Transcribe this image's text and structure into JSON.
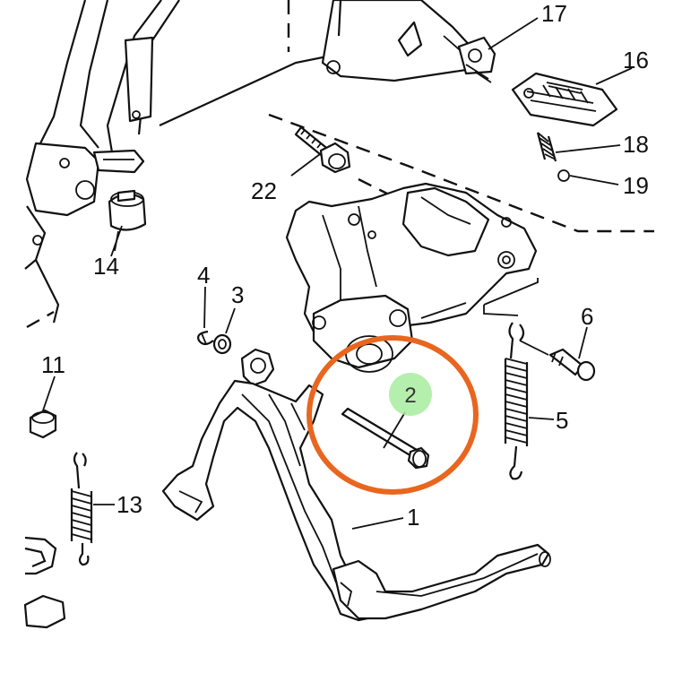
{
  "diagram": {
    "title": "Center stand exploded parts diagram",
    "callouts": [
      "17",
      "16",
      "18",
      "19",
      "22",
      "14",
      "4",
      "3",
      "6",
      "11",
      "5",
      "13",
      "1"
    ],
    "highlight": {
      "label": "2",
      "badge_color": "#a8ec9f",
      "ring_color": "#e8661f"
    }
  },
  "colors": {
    "ink": "#111111",
    "ring": "#e8661f",
    "badge": "#a8ec9f",
    "background": "#ffffff"
  }
}
